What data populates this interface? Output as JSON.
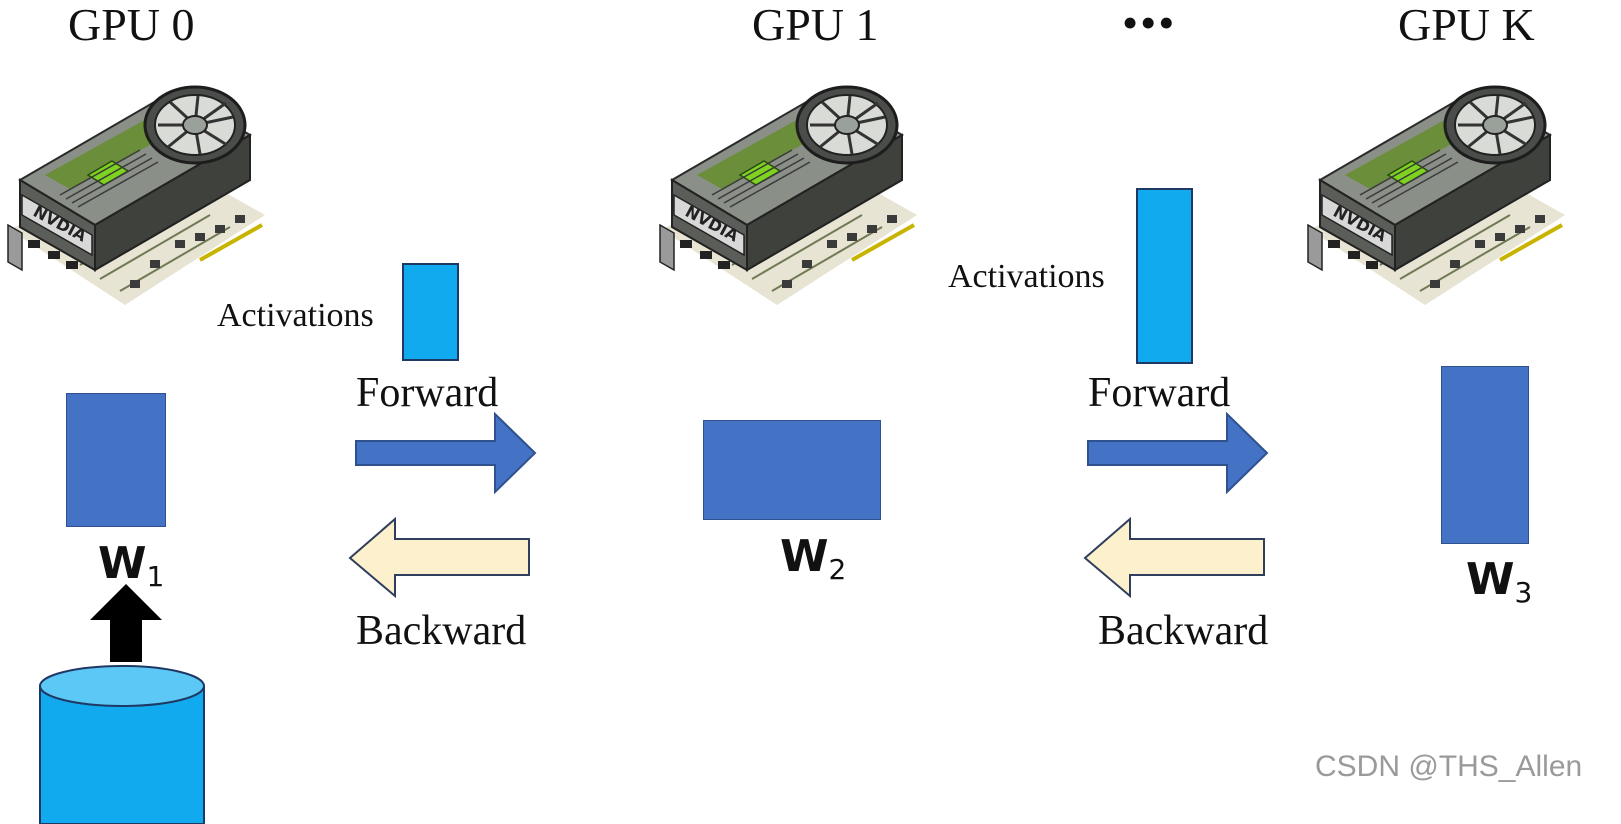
{
  "gpus": [
    {
      "title": "GPU 0",
      "card_brand": "NVDIA"
    },
    {
      "title": "GPU 1",
      "card_brand": "NVDIA"
    },
    {
      "title": "GPU K",
      "card_brand": "NVDIA"
    }
  ],
  "ellipsis": "•••",
  "activations_label": "Activations",
  "forward_label": "Forward",
  "backward_label": "Backward",
  "weights": [
    {
      "symbol": "W",
      "subscript": "1"
    },
    {
      "symbol": "W",
      "subscript": "2"
    },
    {
      "symbol": "W",
      "subscript": "3"
    }
  ],
  "watermark": "CSDN @THS_Allen",
  "colors": {
    "weight_block": "#4472c4",
    "activation_block": "#11aaee",
    "forward_arrow": "#4472c4",
    "backward_arrow": "#fdf0cc",
    "data_cylinder": "#11aaee",
    "input_arrow": "#000000"
  }
}
